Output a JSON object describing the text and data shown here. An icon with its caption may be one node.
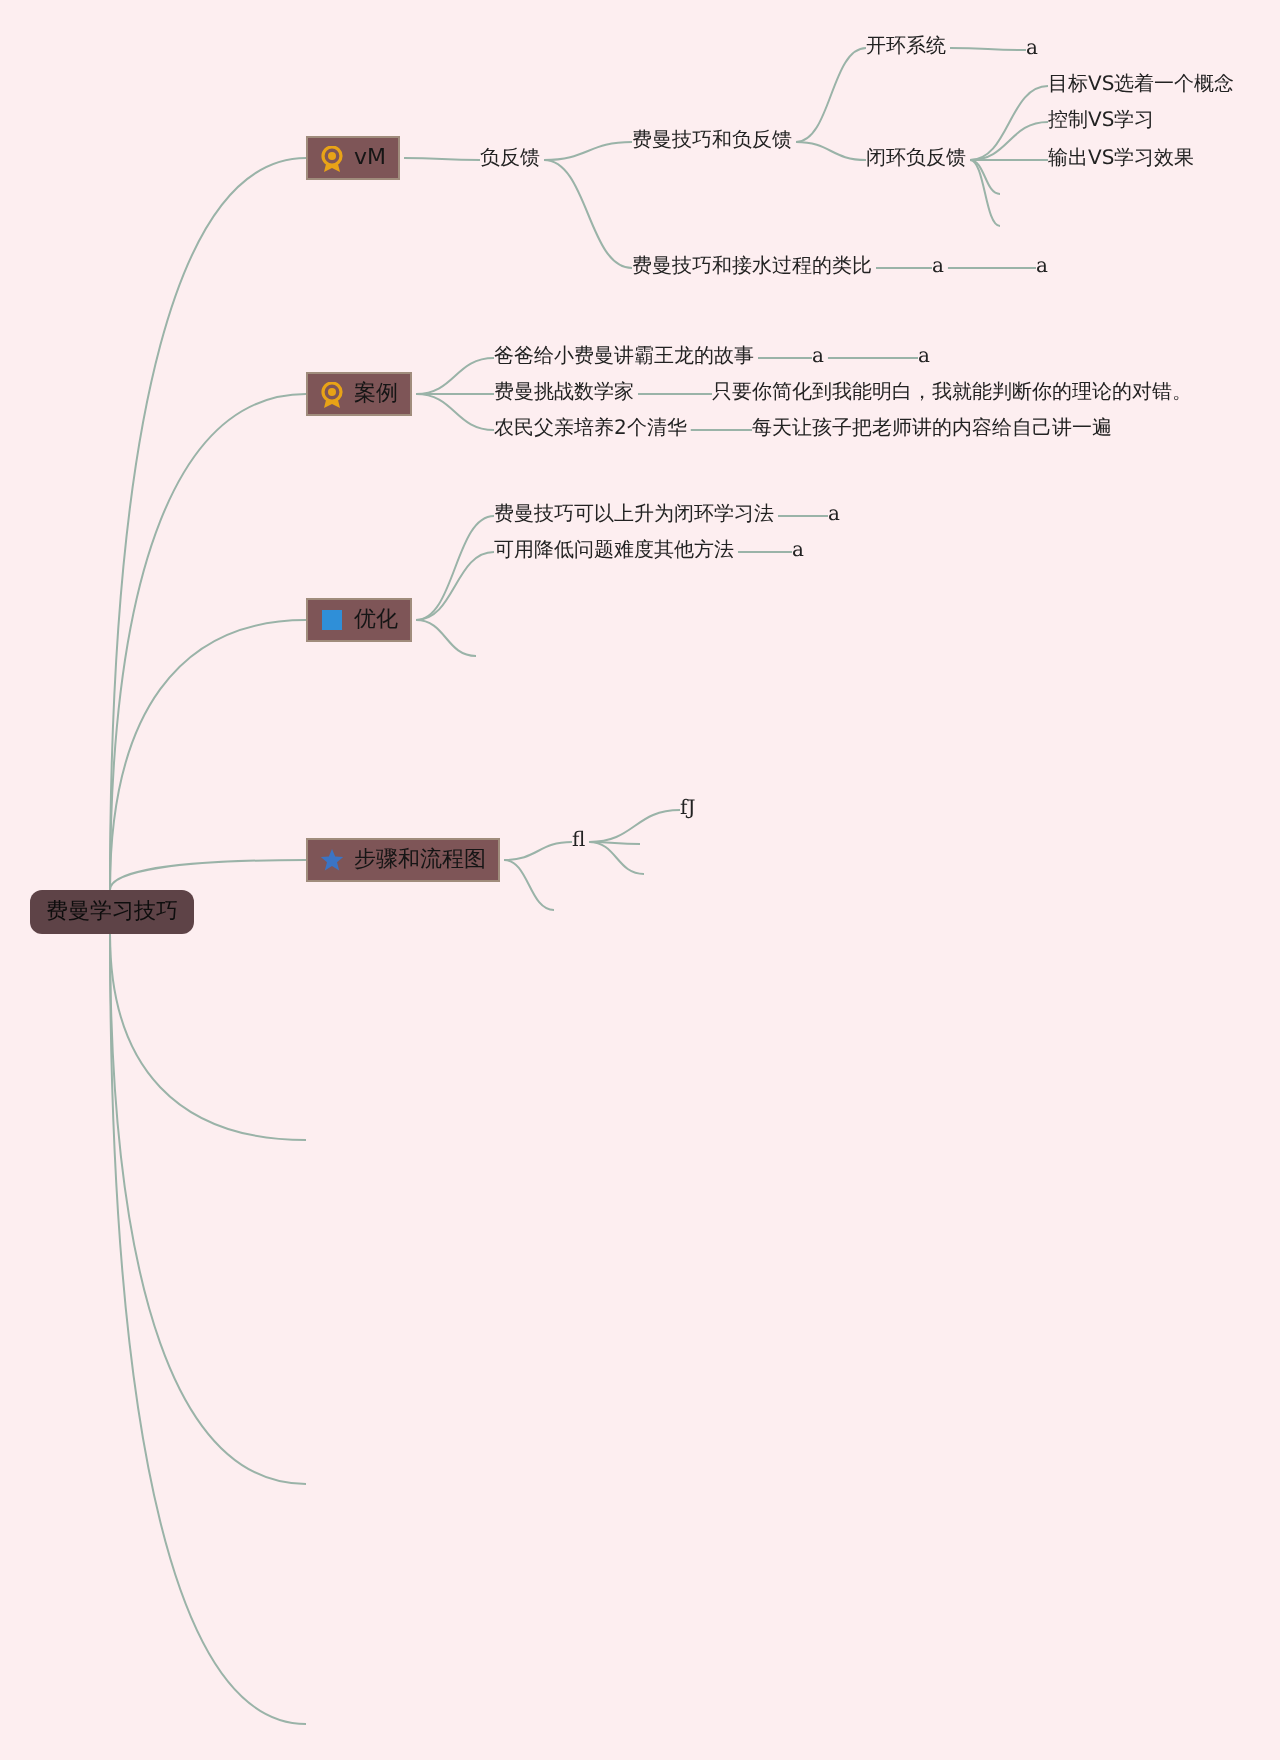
{
  "diagram": {
    "nodes": [
      {
        "text": [
          "费曼学习技巧"
        ]
      },
      {
        "text": [
          "vM"
        ]
      },
      {
        "text": [
          "负反馈"
        ]
      },
      {
        "text": [
          "费曼技巧和负反馈"
        ]
      },
      {
        "text": [
          "开环系统"
        ]
      },
      {
        "text": [
          "a"
        ]
      },
      {
        "text": [
          "闭环负反馈"
        ]
      },
      {
        "text": [
          "目标VS选着一个概念"
        ]
      },
      {
        "text": [
          "控制VS学习"
        ]
      },
      {
        "text": [
          "输出VS学习效果"
        ]
      },
      {
        "text": [
          "费曼技巧和接水过程的类比"
        ]
      },
      {
        "text": [
          "a"
        ]
      },
      {
        "text": [
          "a"
        ]
      },
      {
        "text": [
          "案例"
        ]
      },
      {
        "text": [
          "爸爸给小费曼讲霸王龙的故事"
        ]
      },
      {
        "text": [
          "a"
        ]
      },
      {
        "text": [
          "a"
        ]
      },
      {
        "text": [
          "费曼挑战数学家"
        ]
      },
      {
        "text": [
          "只要你简化到我能明白，我就能判断你的理论的对错。"
        ]
      },
      {
        "text": [
          "农民父亲培养2个清华"
        ]
      },
      {
        "text": [
          "每天让孩子把老师讲的内容给自己讲一遍"
        ]
      },
      {
        "text": [
          "优化"
        ]
      },
      {
        "text": [
          "费曼技巧可以上升为闭环学习法"
        ]
      },
      {
        "text": [
          "a"
        ]
      },
      {
        "text": [
          "可用降低问题难度其他方法"
        ]
      },
      {
        "text": [
          "a"
        ]
      },
      {
        "text": [
          "步骤和流程图"
        ]
      },
      {
        "text": [
          "fl"
        ]
      },
      {
        "text": [
          "fJ"
        ]
      }
    ],
    "edges": [
      {
        "from": 0,
        "to": 1,
        "arrow": "none"
      },
      {
        "from": 0,
        "to": 13,
        "arrow": "none"
      },
      {
        "from": 0,
        "to": 21,
        "arrow": "none"
      },
      {
        "from": 0,
        "to": 26,
        "arrow": "none"
      },
      {
        "from": 0,
        "to": null,
        "arrow": "none"
      },
      {
        "from": 0,
        "to": null,
        "arrow": "none"
      },
      {
        "from": 0,
        "to": null,
        "arrow": "none"
      },
      {
        "from": 1,
        "to": 2,
        "arrow": "none"
      },
      {
        "from": 2,
        "to": 3,
        "arrow": "none"
      },
      {
        "from": 2,
        "to": 10,
        "arrow": "none"
      },
      {
        "from": 3,
        "to": 4,
        "arrow": "none"
      },
      {
        "from": 3,
        "to": 6,
        "arrow": "none"
      },
      {
        "from": 4,
        "to": 5,
        "arrow": "none"
      },
      {
        "from": 6,
        "to": 7,
        "arrow": "none"
      },
      {
        "from": 6,
        "to": 8,
        "arrow": "none"
      },
      {
        "from": 6,
        "to": 9,
        "arrow": "none"
      },
      {
        "from": 6,
        "to": null,
        "arrow": "none"
      },
      {
        "from": 6,
        "to": null,
        "arrow": "none"
      },
      {
        "from": 10,
        "to": 11,
        "arrow": "none"
      },
      {
        "from": 11,
        "to": 12,
        "arrow": "none"
      },
      {
        "from": 13,
        "to": 14,
        "arrow": "none"
      },
      {
        "from": 13,
        "to": 17,
        "arrow": "none"
      },
      {
        "from": 13,
        "to": 19,
        "arrow": "none"
      },
      {
        "from": 14,
        "to": 15,
        "arrow": "none"
      },
      {
        "from": 15,
        "to": 16,
        "arrow": "none"
      },
      {
        "from": 17,
        "to": 18,
        "arrow": "none"
      },
      {
        "from": 19,
        "to": 20,
        "arrow": "none"
      },
      {
        "from": 21,
        "to": 22,
        "arrow": "none"
      },
      {
        "from": 21,
        "to": 24,
        "arrow": "none"
      },
      {
        "from": 21,
        "to": null,
        "arrow": "none"
      },
      {
        "from": 22,
        "to": 23,
        "arrow": "none"
      },
      {
        "from": 24,
        "to": 25,
        "arrow": "none"
      },
      {
        "from": 26,
        "to": 27,
        "arrow": "none"
      },
      {
        "from": 26,
        "to": null,
        "arrow": "none"
      },
      {
        "from": 27,
        "to": 28,
        "arrow": "none"
      },
      {
        "from": 27,
        "to": null,
        "arrow": "none"
      },
      {
        "from": 27,
        "to": null,
        "arrow": "none"
      }
    ]
  }
}
